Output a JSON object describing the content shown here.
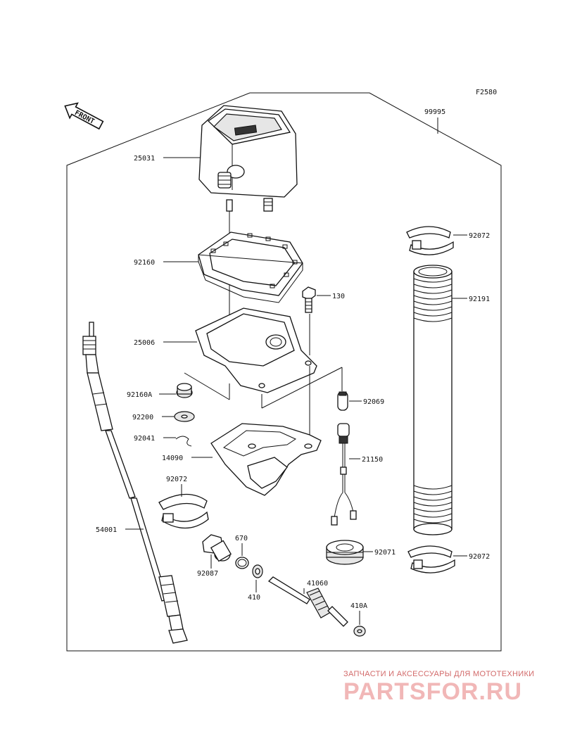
{
  "figure_code": "F2580",
  "front_label": "FRONT",
  "assembly_label": "99995",
  "labels": {
    "p25031": "25031",
    "p92160": "92160",
    "p130": "130",
    "p25006": "25006",
    "p92160A": "92160A",
    "p92069": "92069",
    "p92200": "92200",
    "p92041": "92041",
    "p14090": "14090",
    "p21150": "21150",
    "p92072a": "92072",
    "p54001": "54001",
    "p670": "670",
    "p92087": "92087",
    "p410": "410",
    "p41060": "41060",
    "p410A": "410A",
    "p92072b": "92072",
    "p92191": "92191",
    "p92071": "92071",
    "p92072c": "92072"
  },
  "watermark": {
    "tagline": "ЗАПЧАСТИ И АКСЕССУАРЫ ДЛЯ МОТОТЕХНИКИ",
    "logo": "PARTSFOR.RU"
  }
}
